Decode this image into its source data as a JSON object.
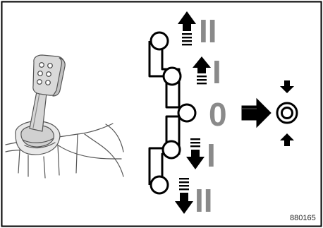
{
  "figure": {
    "positions": [
      "II",
      "I",
      "0",
      "I",
      "II"
    ],
    "figure_number": "880165"
  },
  "icons": {
    "joystick": "joystick-lever-icon",
    "float_arrow": "right-arrow-icon",
    "cylinder_symbol": "squeeze-circle-icon"
  },
  "colors": {
    "ink": "#000000",
    "label_gray": "#8a8a8a",
    "sketch_gray": "#6a6a6a"
  }
}
